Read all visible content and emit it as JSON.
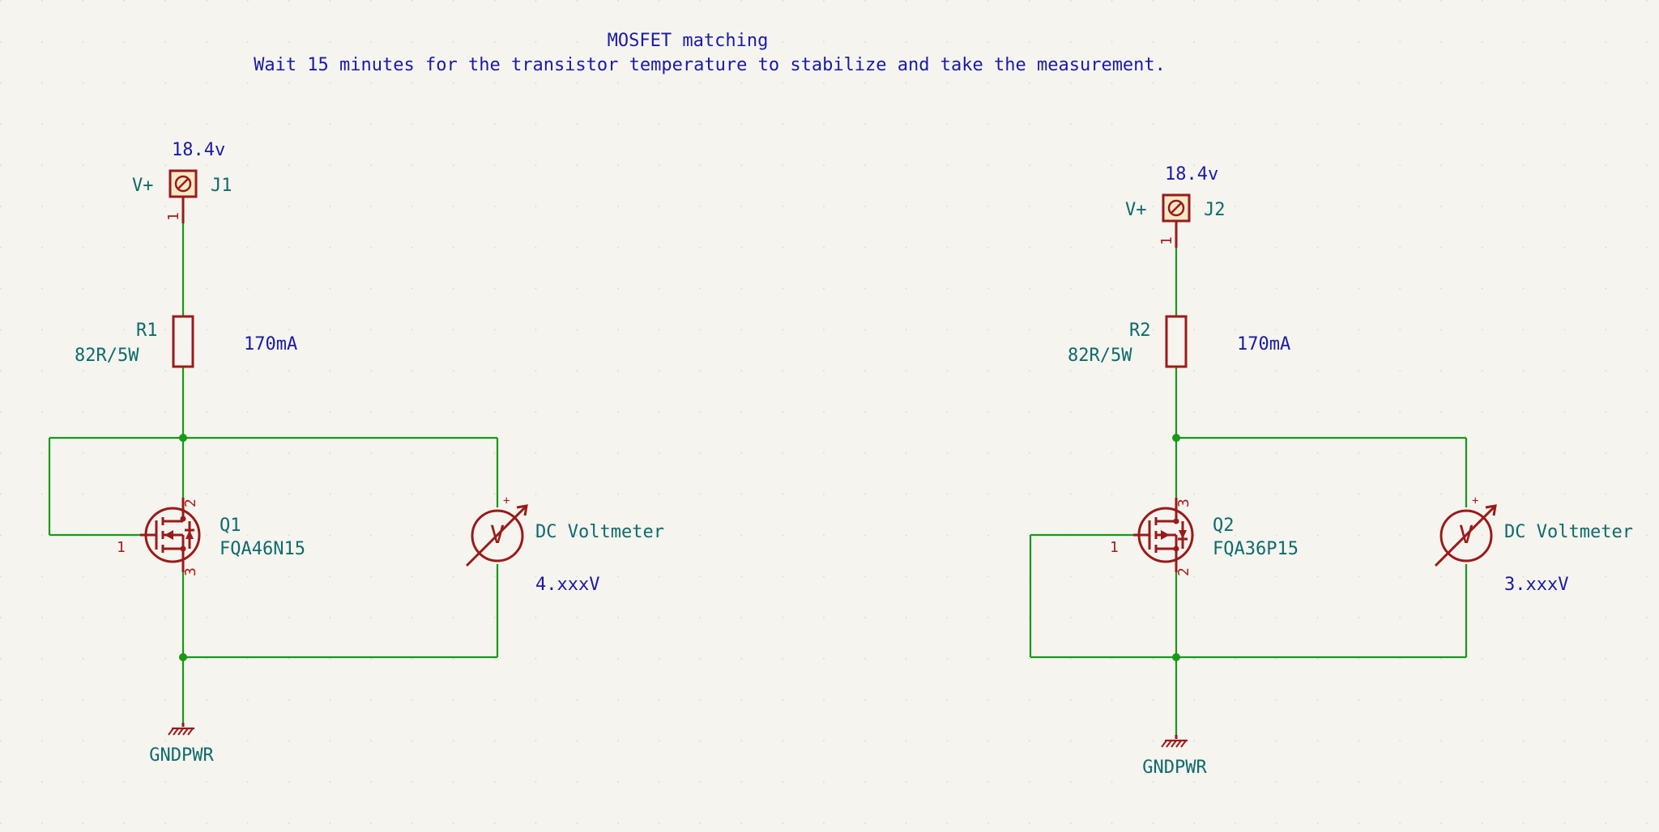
{
  "title": {
    "line1": "MOSFET matching",
    "line2": "Wait 15 minutes for the transistor temperature to stabilize and take the measurement."
  },
  "colors": {
    "background": "#f5f4ef",
    "wire": "#179a17",
    "part_outline": "#9a1a1a",
    "reference_text": "#0e6b6b",
    "note_text": "#1a1aa6"
  },
  "circuits": [
    {
      "connector": {
        "value": "V+",
        "ref": "J1",
        "pin": "1"
      },
      "supply_note": "18.4v",
      "resistor": {
        "ref": "R1",
        "value": "82R/5W"
      },
      "current_note": "170mA",
      "mosfet": {
        "ref": "Q1",
        "value": "FQA46N15",
        "pin_gate": "1",
        "pin_top": "2",
        "pin_bottom": "3"
      },
      "meter": {
        "label": "DC Voltmeter",
        "symbol": "V",
        "plus": "+",
        "reading": "4.xxxV"
      },
      "ground": {
        "label": "GNDPWR"
      }
    },
    {
      "connector": {
        "value": "V+",
        "ref": "J2",
        "pin": "1"
      },
      "supply_note": "18.4v",
      "resistor": {
        "ref": "R2",
        "value": "82R/5W"
      },
      "current_note": "170mA",
      "mosfet": {
        "ref": "Q2",
        "value": "FQA36P15",
        "pin_gate": "1",
        "pin_top": "3",
        "pin_bottom": "2"
      },
      "meter": {
        "label": "DC Voltmeter",
        "symbol": "V",
        "plus": "+",
        "reading": "3.xxxV"
      },
      "ground": {
        "label": "GNDPWR"
      }
    }
  ]
}
